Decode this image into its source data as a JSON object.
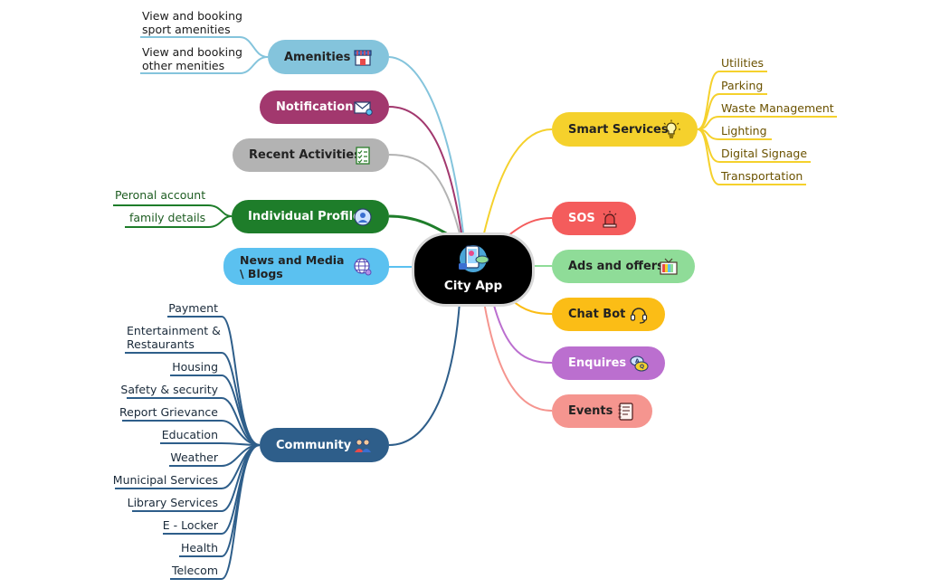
{
  "center": {
    "title": "City App",
    "icon": "city-app-icon"
  },
  "colors": {
    "amenities": "#84c4dc",
    "notification": "#a2386e",
    "recent": "#b3b3b3",
    "profile": "#1e7d2a",
    "news": "#5bc1f0",
    "community": "#2e5e8a",
    "smart": "#f5d12c",
    "sos": "#f45c5c",
    "ads": "#8fdc98",
    "chatbot": "#fbbd16",
    "enquires": "#bb6fcf",
    "events": "#f5958f",
    "smart_leaf_text": "#6b5200"
  },
  "left": {
    "amenities": {
      "label": "Amenities",
      "icon": "store-icon",
      "leaves": [
        "View and booking sport amenities",
        "View and booking other menities"
      ]
    },
    "notification": {
      "label": "Notification",
      "icon": "mail-icon"
    },
    "recent": {
      "label": "Recent Activities",
      "icon": "checklist-icon"
    },
    "profile": {
      "label": "Individual Profile",
      "icon": "user-icon",
      "leaves": [
        "Peronal account",
        "family details"
      ]
    },
    "news": {
      "label": "News and Media \\ Blogs",
      "icon": "globe-icon"
    },
    "community": {
      "label": "Community",
      "icon": "people-icon",
      "leaves": [
        "Payment",
        "Entertainment & Restaurants",
        "Housing",
        "Safety & security",
        "Report Grievance",
        "Education",
        "Weather",
        "Municipal Services",
        "Library Services",
        "E - Locker",
        "Health",
        "Telecom"
      ]
    }
  },
  "right": {
    "smart": {
      "label": "Smart Services",
      "icon": "lightbulb-icon",
      "leaves": [
        "Utilities",
        "Parking",
        "Waste Management",
        "Lighting",
        "Digital Signage",
        "Transportation"
      ]
    },
    "sos": {
      "label": "SOS",
      "icon": "siren-icon"
    },
    "ads": {
      "label": "Ads and offers",
      "icon": "tv-icon"
    },
    "chatbot": {
      "label": "Chat Bot",
      "icon": "headset-icon"
    },
    "enquires": {
      "label": "Enquires",
      "icon": "chat-bubbles-icon"
    },
    "events": {
      "label": "Events",
      "icon": "notebook-icon"
    }
  }
}
